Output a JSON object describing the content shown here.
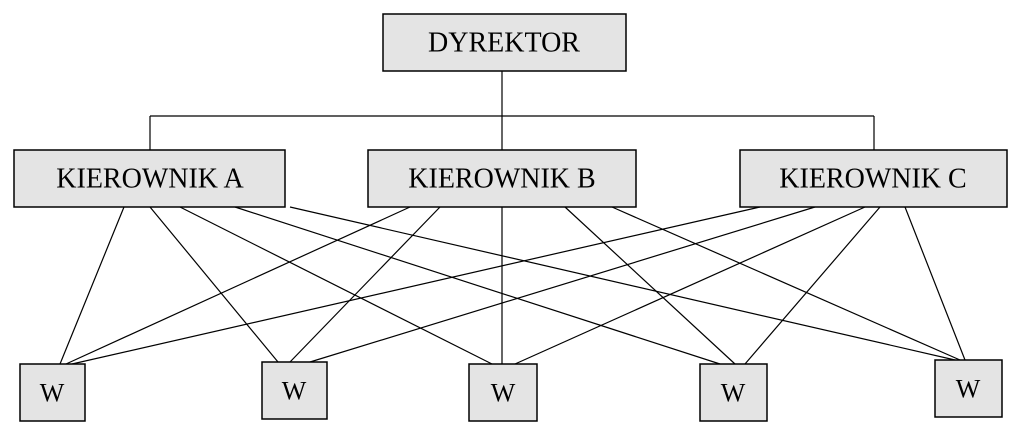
{
  "diagram": {
    "top": {
      "label": "DYREKTOR"
    },
    "managers": [
      {
        "label": "KIEROWNIK A"
      },
      {
        "label": "KIEROWNIK B"
      },
      {
        "label": "KIEROWNIK C"
      }
    ],
    "workers": [
      {
        "label": "W"
      },
      {
        "label": "W"
      },
      {
        "label": "W"
      },
      {
        "label": "W"
      },
      {
        "label": "W"
      }
    ],
    "colors": {
      "box_fill": "#e4e4e4",
      "stroke": "#000000"
    }
  }
}
